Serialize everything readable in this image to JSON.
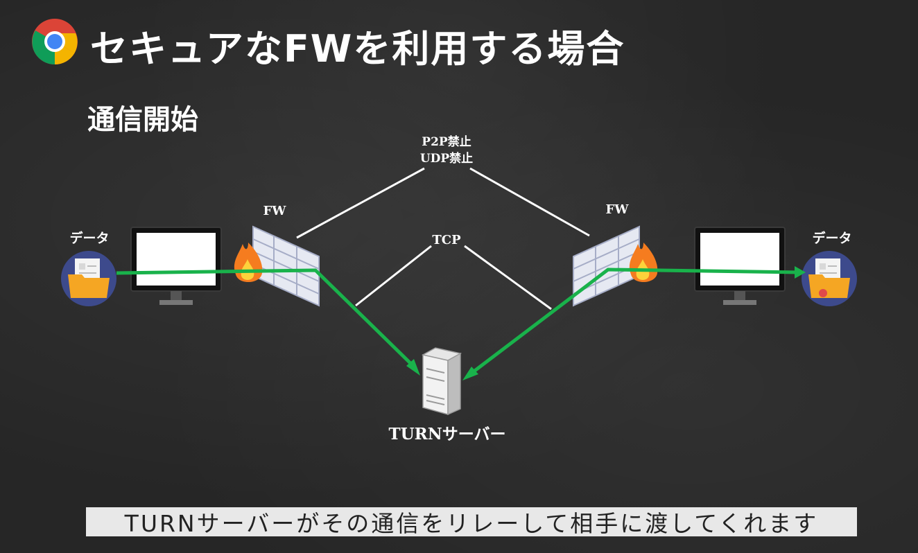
{
  "slide": {
    "title": "セキュアなFWを利用する場合",
    "subtitle": "通信開始",
    "caption": "TURNサーバーがその通信をリレーして相手に渡してくれます"
  },
  "diagram": {
    "top_note_line1": "P2P禁止",
    "top_note_line2": "UDP禁止",
    "tcp_label": "TCP",
    "fw_left_label": "FW",
    "fw_right_label": "FW",
    "data_left_label": "データ",
    "data_right_label": "データ",
    "server_label": "TURNサーバー"
  },
  "icons": {
    "logo": "chrome-logo-icon",
    "data": "folder-document-icon",
    "monitor": "monitor-icon",
    "firewall": "firewall-icon",
    "server": "server-icon"
  },
  "colors": {
    "background": "#262626",
    "arrow": "#19b24b",
    "line": "#ffffff",
    "caption_bg": "#e8e8e8",
    "data_circle": "#3d4a8c",
    "folder": "#f5a623",
    "fire": "#f57c1f"
  }
}
